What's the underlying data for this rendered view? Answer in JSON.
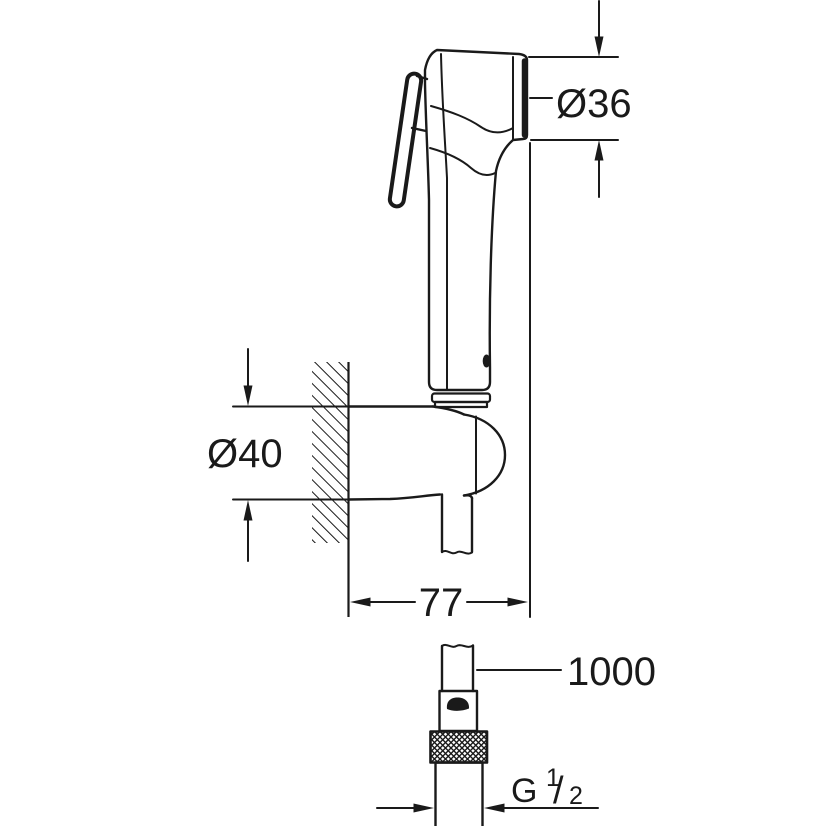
{
  "colors": {
    "background": "#ffffff",
    "line": "#1a1a1a"
  },
  "drawing": {
    "kind": "technical-dimension-drawing",
    "dimensions": {
      "spray_face_diameter": "Ø36",
      "holder_diameter": "Ø40",
      "wall_to_face_depth": "77",
      "hose_length": "1000",
      "thread_letter": "G",
      "thread_numerator": "1",
      "thread_slash": "/",
      "thread_denominator": "2"
    }
  }
}
